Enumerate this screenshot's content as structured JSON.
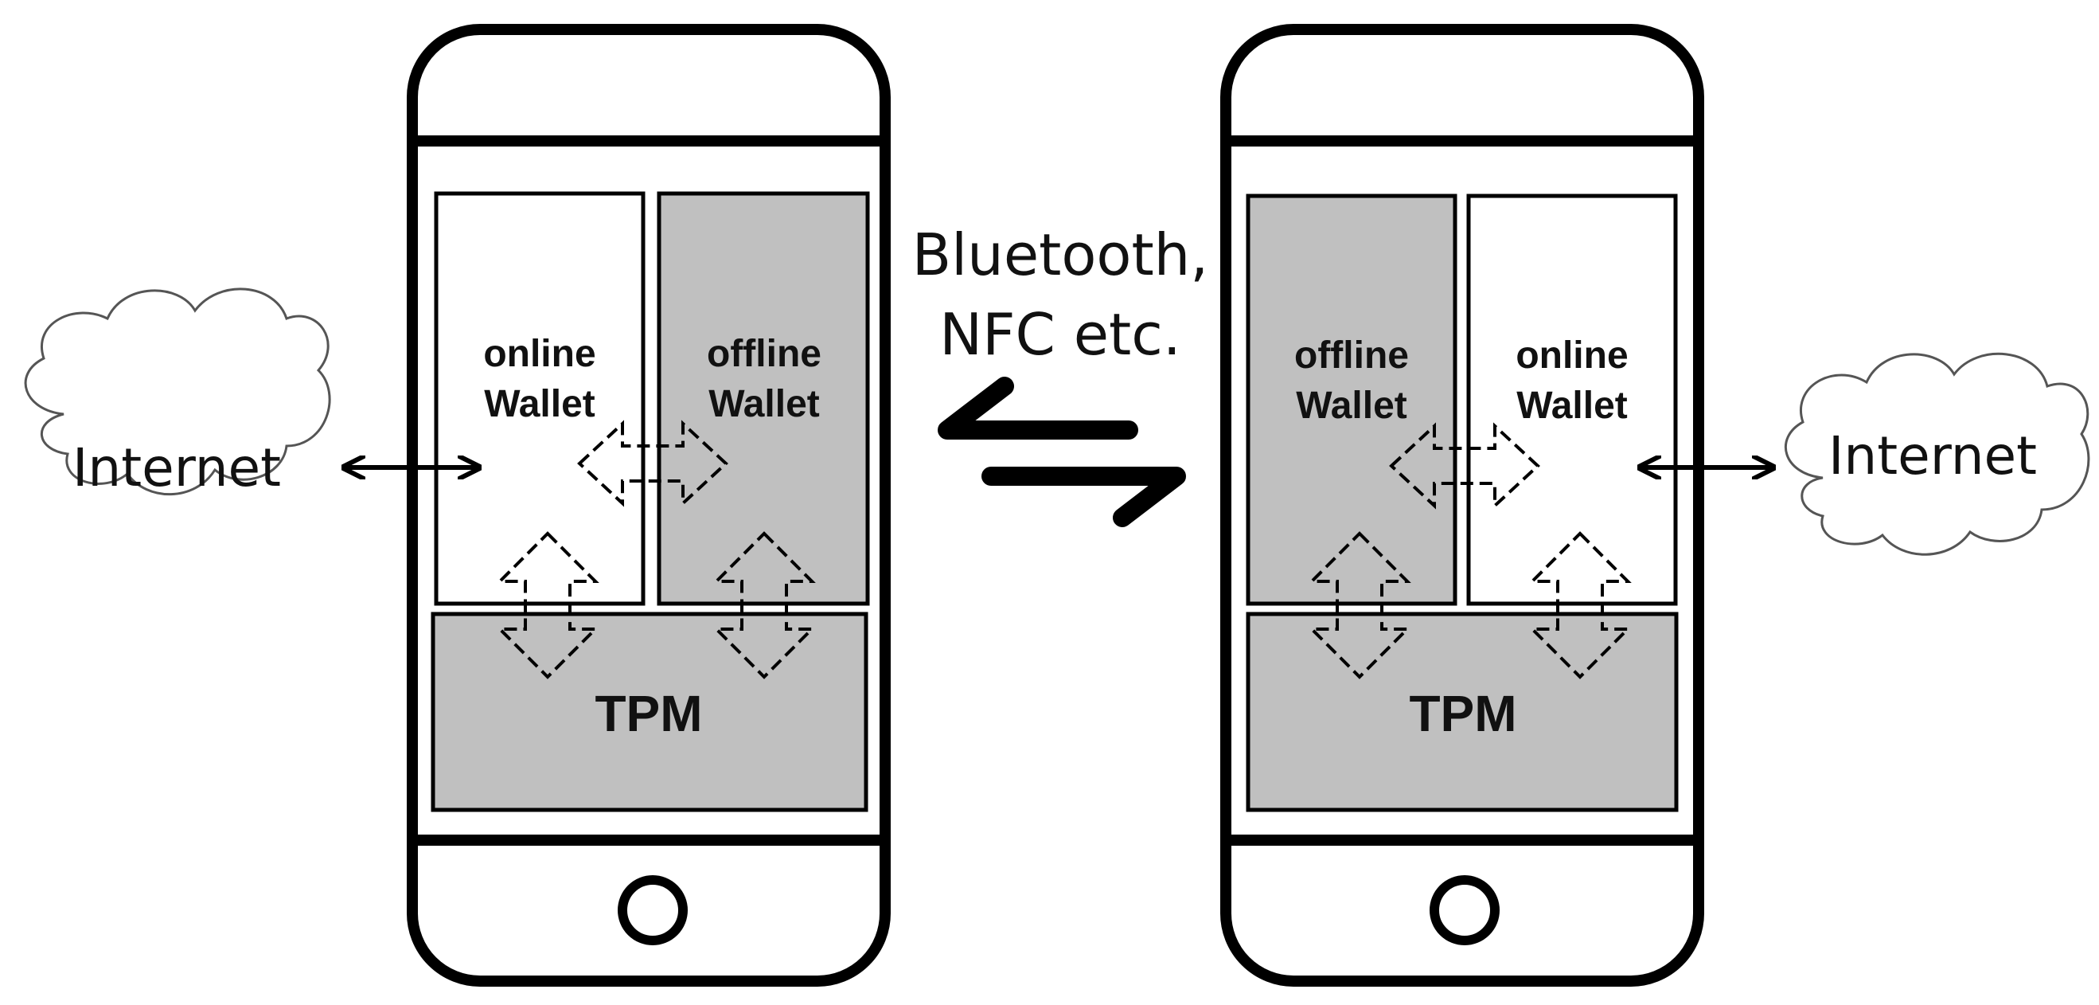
{
  "colors": {
    "line": "#000000",
    "gray_fill": "#c0c0c0",
    "white_fill": "#ffffff"
  },
  "left_phone": {
    "cloud_label": "Internet",
    "wallet_a_line1": "online",
    "wallet_a_line2": "Wallet",
    "wallet_b_line1": "offline",
    "wallet_b_line2": "Wallet",
    "tpm_label": "TPM"
  },
  "right_phone": {
    "cloud_label": "Internet",
    "wallet_a_line1": "offline",
    "wallet_a_line2": "Wallet",
    "wallet_b_line1": "online",
    "wallet_b_line2": "Wallet",
    "tpm_label": "TPM"
  },
  "link": {
    "line1": "Bluetooth,",
    "line2": "NFC etc."
  }
}
